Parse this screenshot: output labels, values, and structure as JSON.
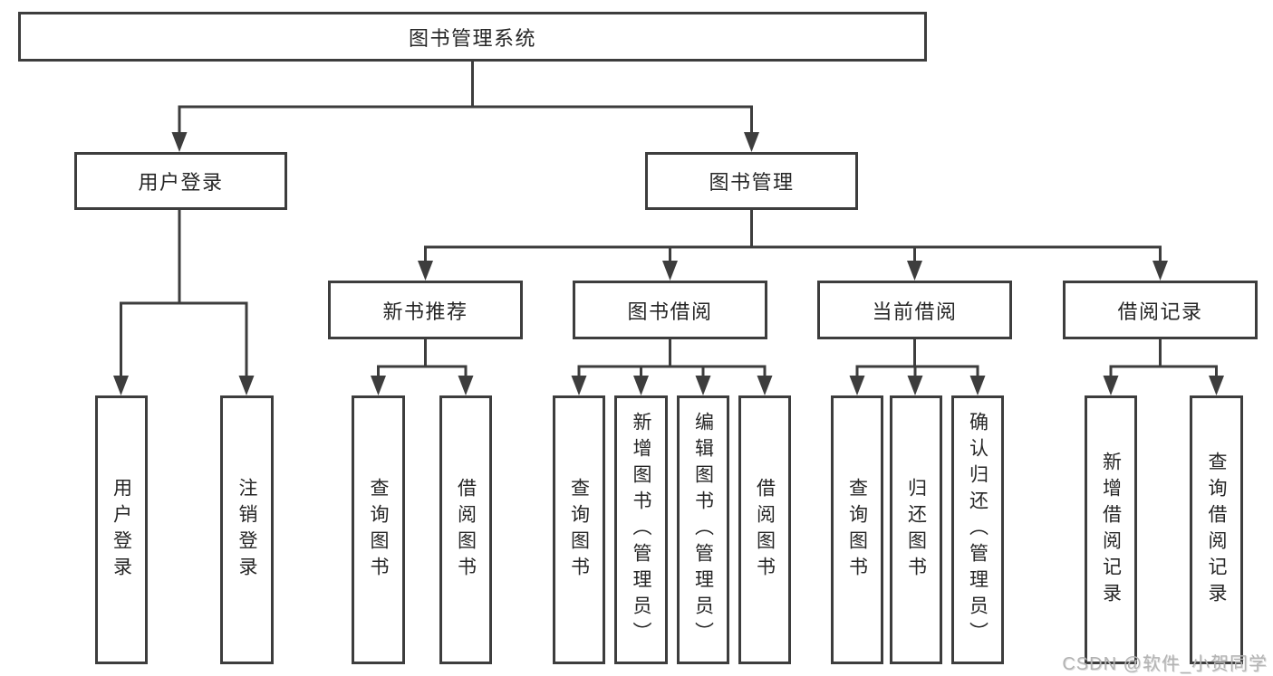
{
  "diagram": {
    "type": "tree",
    "colors": {
      "line": "#3d3d3d",
      "border": "#3d3d3d",
      "text": "#262626",
      "box_background": "#ffffff",
      "page_background": "#ffffff",
      "watermark": "#b3b3b3"
    },
    "nodes": {
      "root": {
        "label": "图书管理系统"
      },
      "user_login": {
        "label": "用户登录"
      },
      "book_management": {
        "label": "图书管理"
      },
      "new_book_recommend": {
        "label": "新书推荐"
      },
      "book_borrow": {
        "label": "图书借阅"
      },
      "current_borrow": {
        "label": "当前借阅"
      },
      "borrow_records": {
        "label": "借阅记录"
      },
      "leaf_user_login": {
        "label": "用户登录"
      },
      "leaf_logout": {
        "label": "注销登录"
      },
      "leaf_query_book_recommend": {
        "label": "查询图书"
      },
      "leaf_borrow_book_recommend": {
        "label": "借阅图书"
      },
      "leaf_query_book_borrow": {
        "label": "查询图书"
      },
      "leaf_add_book_admin": {
        "label": "新增图书（管理员）"
      },
      "leaf_edit_book_admin": {
        "label": "编辑图书（管理员）"
      },
      "leaf_borrow_book_borrow": {
        "label": "借阅图书"
      },
      "leaf_query_book_current": {
        "label": "查询图书"
      },
      "leaf_return_book": {
        "label": "归还图书"
      },
      "leaf_confirm_return_admin": {
        "label": "确认归还（管理员）"
      },
      "leaf_add_borrow_record": {
        "label": "新增借阅记录"
      },
      "leaf_query_borrow_record": {
        "label": "查询借阅记录"
      }
    },
    "watermark": "CSDN @软件_小贺同学"
  }
}
